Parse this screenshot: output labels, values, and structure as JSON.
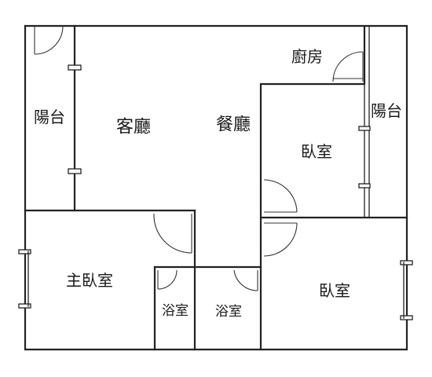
{
  "floor_plan": {
    "rooms": {
      "balcony_west": "陽台",
      "living_room": "客廳",
      "dining_room": "餐廳",
      "kitchen": "廚房",
      "balcony_east": "陽台",
      "bedroom_east": "臥室",
      "master_bedroom": "主臥室",
      "bathroom_1": "浴室",
      "bathroom_2": "浴室",
      "bedroom_southeast": "臥室"
    },
    "colors": {
      "wall": "#222222",
      "background": "#ffffff"
    }
  }
}
